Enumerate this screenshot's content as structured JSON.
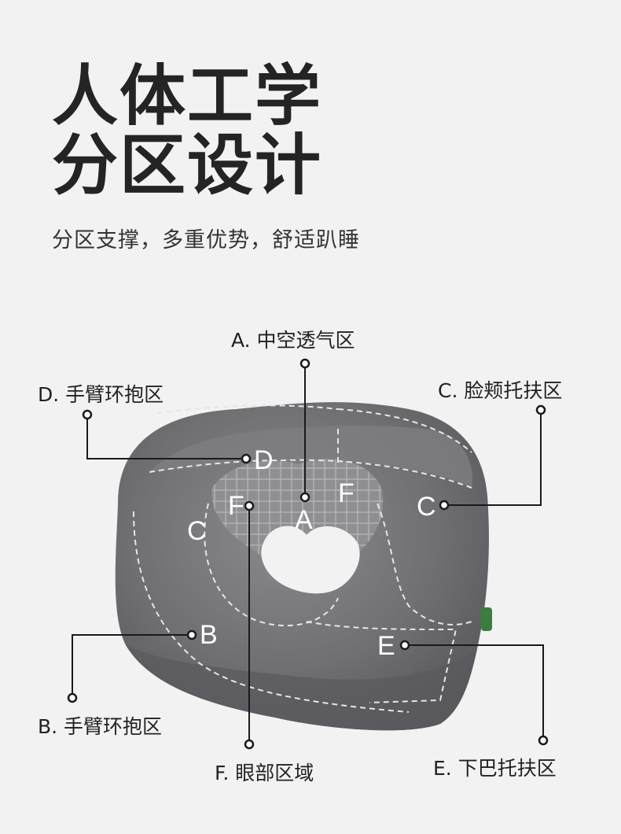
{
  "heading": {
    "line1": "人体工学",
    "line2": "分区设计",
    "subtitle": "分区支撑，多重优势，舒适趴睡"
  },
  "callouts": {
    "a": "A. 中空透气区",
    "d": "D. 手臂环抱区",
    "c": "C. 脸颊托扶区",
    "b": "B. 手臂环抱区",
    "f": "F. 眼部区域",
    "e": "E. 下巴托扶区"
  },
  "zones": {
    "d": "D",
    "a": "A",
    "f_left": "F",
    "f_right": "F",
    "c_left": "C",
    "c_right": "C",
    "b": "B",
    "e": "E"
  },
  "colors": {
    "background": "#f2f2f2",
    "pillow": "#6f6f72",
    "pillow_dark": "#5c5c60",
    "stitch": "#e6e6e6",
    "tag": "#3a7d3c"
  },
  "icons": {
    "product": "u-shaped-pillow-illustration"
  }
}
